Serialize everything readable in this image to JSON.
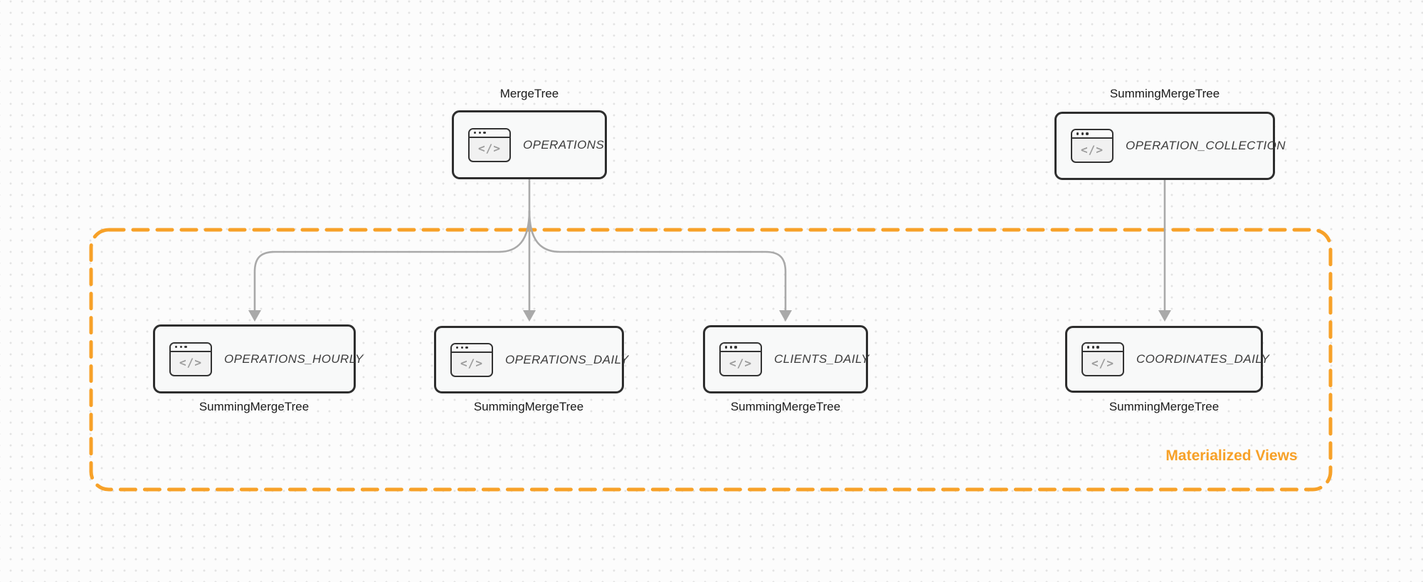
{
  "canvas": {
    "background": "#fcfcfc",
    "dot_color": "#e3e3e3"
  },
  "colors": {
    "accent": "#F7A128",
    "edge": "#a9a9a9",
    "node-border": "#2e2e2e",
    "node-fill": "#f8f9f9",
    "text-dark": "#191919",
    "entity-text": "#3c3c3c",
    "icon-glyph": "#9b9b9b"
  },
  "icon": {
    "name": "code-window-icon",
    "glyph": "</>"
  },
  "nodes": {
    "operations": {
      "engine": "MergeTree",
      "name": "OPERATIONS"
    },
    "operation_collection": {
      "engine": "SummingMergeTree",
      "name": "OPERATION_COLLECTION"
    },
    "operations_hourly": {
      "engine": "SummingMergeTree",
      "name": "OPERATIONS_HOURLY"
    },
    "operations_daily": {
      "engine": "SummingMergeTree",
      "name": "OPERATIONS_DAILY"
    },
    "clients_daily": {
      "engine": "SummingMergeTree",
      "name": "CLIENTS_DAILY"
    },
    "coordinates_daily": {
      "engine": "SummingMergeTree",
      "name": "COORDINATES_DAILY"
    }
  },
  "group": {
    "label": "Materialized Views"
  }
}
